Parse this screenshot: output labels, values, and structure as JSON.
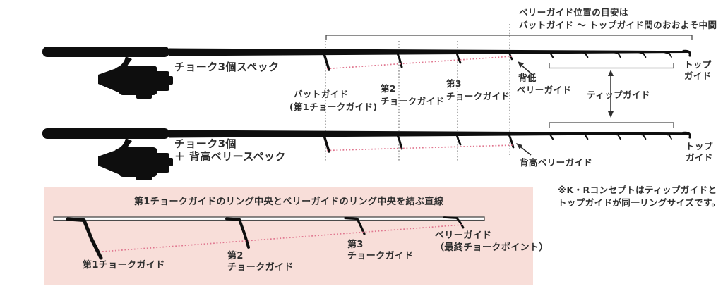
{
  "colors": {
    "background": "#ffffff",
    "ink": "#0e0e0e",
    "text": "#2e2e2e",
    "dashed_guide": "#5a5a5a",
    "bracket": "#4a4a4a",
    "choke_line_pink": "#e0768f",
    "panel_background": "#f8ded9",
    "panel_rod_outline": "#4a4a4a"
  },
  "top_annotation": {
    "line1": "ベリーガイド位置の目安は",
    "line2": "バットガイド ～ トップガイド間のおおよそ中間"
  },
  "rod1": {
    "spec_label": "チョーク3個スペック",
    "butt_guide_line1": "バットガイド",
    "butt_guide_line2": "(第1チョークガイド)",
    "choke2_line1": "第2",
    "choke2_line2": "チョークガイド",
    "choke3_line1": "第3",
    "choke3_line2": "チョークガイド",
    "belly_line1": "背低",
    "belly_line2": "ベリーガイド",
    "tip_guides_label": "ティップガイド",
    "top_guide_line1": "トップ",
    "top_guide_line2": "ガイド"
  },
  "rod2": {
    "spec_line1": "チョーク3個",
    "spec_line2": "＋ 背高ベリースペック",
    "belly_label": "背高ベリーガイド",
    "top_guide_line1": "トップ",
    "top_guide_line2": "ガイド"
  },
  "panel": {
    "title": "第1チョークガイドのリング中央とベリーガイドのリング中央を結ぶ直線",
    "guide1_label": "第1チョークガイド",
    "guide2_line1": "第2",
    "guide2_line2": "チョークガイド",
    "guide3_line1": "第3",
    "guide3_line2": "チョークガイド",
    "belly_line1": "ベリーガイド",
    "belly_line2": "（最終チョークポイント）"
  },
  "footnote": {
    "line1": "※K・Rコンセプトはティップガイドと",
    "line2": "トップガイドが同一リングサイズです。"
  }
}
